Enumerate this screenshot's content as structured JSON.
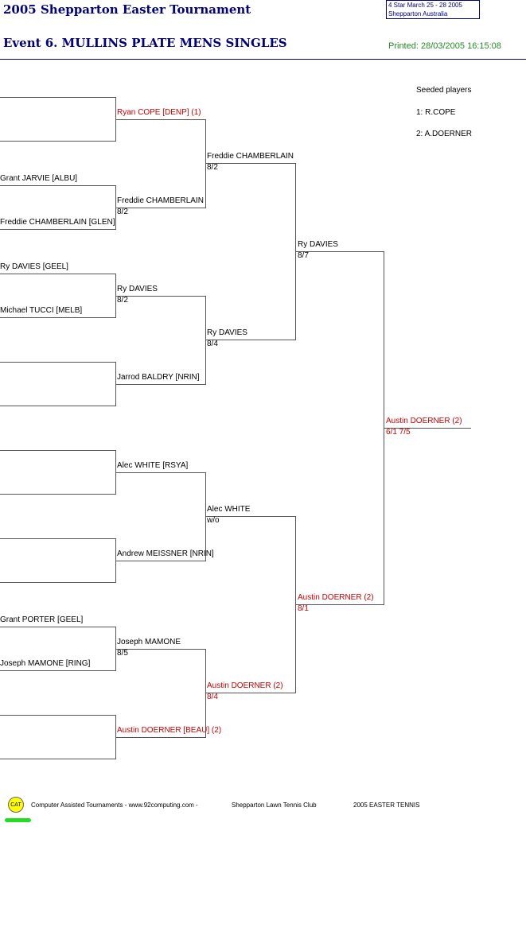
{
  "header": {
    "tournament_title": "2005 Shepparton Easter Tournament",
    "event_title": "Event 6. MULLINS PLATE MENS SINGLES",
    "info_line1": "4 Star   March 25 - 28 2005",
    "info_line2": "Shepparton    Australia",
    "printed": "Printed: 28/03/2005 16:15:08"
  },
  "seeds": {
    "heading": "Seeded players",
    "s1": "1: R.COPE",
    "s2": "2: A.DOERNER"
  },
  "round1": {
    "p1": "",
    "p2": "",
    "p3": "Grant JARVIE [ALBU]",
    "p4": "Freddie CHAMBERLAIN [GLEN]",
    "p5": "Ry DAVIES [GEEL]",
    "p6": "Michael TUCCI [MELB]",
    "p7": "",
    "p8": "",
    "p9": "",
    "p10": "",
    "p11": "",
    "p12": "",
    "p13": "Grant PORTER [GEEL]",
    "p14": "Joseph MAMONE [RING]",
    "p15": "",
    "p16": ""
  },
  "round2": [
    {
      "name": "Ryan COPE [DENP] (1)",
      "score": ""
    },
    {
      "name": "Freddie CHAMBERLAIN",
      "score": "8/2"
    },
    {
      "name": "Ry DAVIES",
      "score": "8/2"
    },
    {
      "name": "Jarrod BALDRY [NRIN]",
      "score": ""
    },
    {
      "name": "Alec WHITE [RSYA]",
      "score": ""
    },
    {
      "name": "Andrew MEISSNER [NRIN]",
      "score": ""
    },
    {
      "name": "Joseph MAMONE",
      "score": "8/5"
    },
    {
      "name": "Austin DOERNER [BEAU] (2)",
      "score": ""
    }
  ],
  "round3": [
    {
      "name": "Freddie CHAMBERLAIN",
      "score": "8/2"
    },
    {
      "name": "Ry DAVIES",
      "score": "8/4"
    },
    {
      "name": "Alec WHITE",
      "score": "w/o"
    },
    {
      "name": "Austin DOERNER (2)",
      "score": "8/4"
    }
  ],
  "round4": [
    {
      "name": "Ry DAVIES",
      "score": "8/7"
    },
    {
      "name": "Austin DOERNER (2)",
      "score": "8/1"
    }
  ],
  "final": {
    "name": "Austin DOERNER (2)",
    "score": "6/1 7/5"
  },
  "footer": {
    "logo": "CAT",
    "credit": "Computer Assisted Tournaments - www.92computing.com -",
    "club": "Shepparton Lawn Tennis Club",
    "tag": "2005 EASTER TENNIS"
  },
  "colors": {
    "title": "#000080",
    "printed": "#228b22",
    "seeded_red": "#cc0000",
    "logo_yellow": "#ffff00",
    "logo_green": "#22dd22"
  }
}
